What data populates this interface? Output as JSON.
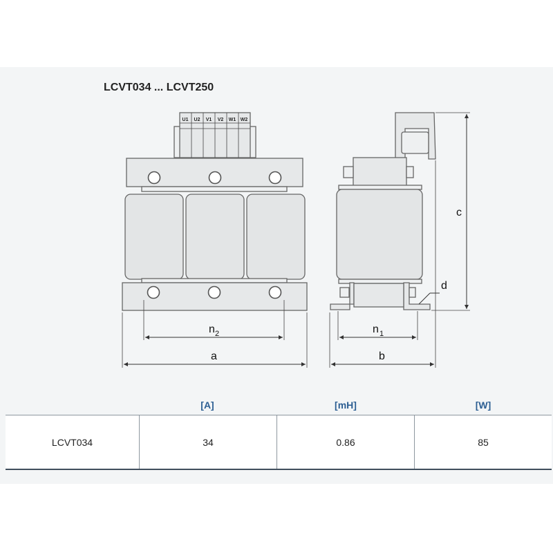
{
  "drawing": {
    "title": "LCVT034 ... LCVT250",
    "terminals": [
      "U1",
      "U2",
      "V1",
      "V2",
      "W1",
      "W2"
    ],
    "dimension_labels": {
      "a": "a",
      "b": "b",
      "c": "c",
      "d": "d",
      "n": "n",
      "n2_sub": "2",
      "n1_sub": "1"
    }
  },
  "table": {
    "headers": [
      "[A]",
      "[mH]",
      "[W]"
    ],
    "rows": [
      {
        "model": "LCVT034",
        "current": "34",
        "inductance": "0.86",
        "power": "85"
      }
    ]
  }
}
